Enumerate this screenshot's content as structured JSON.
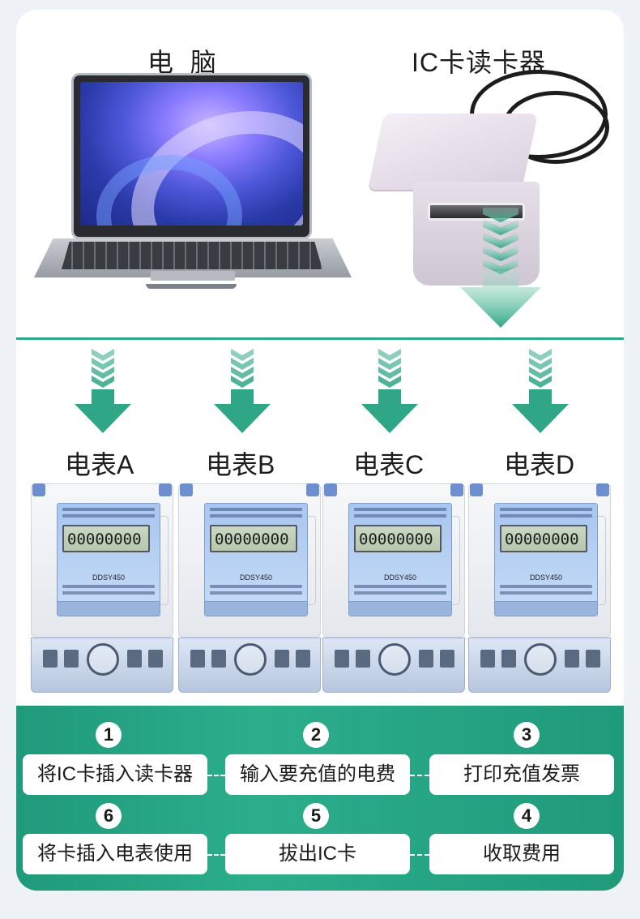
{
  "header": {
    "computer_label": "电 脑",
    "reader_label": "IC卡读卡器"
  },
  "meters": [
    {
      "label": "电表A",
      "reading": "00000000",
      "model": "DDSY450"
    },
    {
      "label": "电表B",
      "reading": "00000000",
      "model": "DDSY450"
    },
    {
      "label": "电表C",
      "reading": "00000000",
      "model": "DDSY450"
    },
    {
      "label": "电表D",
      "reading": "00000000",
      "model": "DDSY450"
    }
  ],
  "steps": [
    {
      "num": "1",
      "text": "将IC卡插入读卡器"
    },
    {
      "num": "2",
      "text": "输入要充值的电费"
    },
    {
      "num": "3",
      "text": "打印充值发票"
    },
    {
      "num": "4",
      "text": "收取费用"
    },
    {
      "num": "5",
      "text": "拔出IC卡"
    },
    {
      "num": "6",
      "text": "将卡插入电表使用"
    }
  ],
  "colors": {
    "accent": "#2fa685",
    "arrow_top": "#7fd3b3",
    "arrow_bottom": "#2fa685",
    "meter_panel": "#a8c6ef"
  }
}
